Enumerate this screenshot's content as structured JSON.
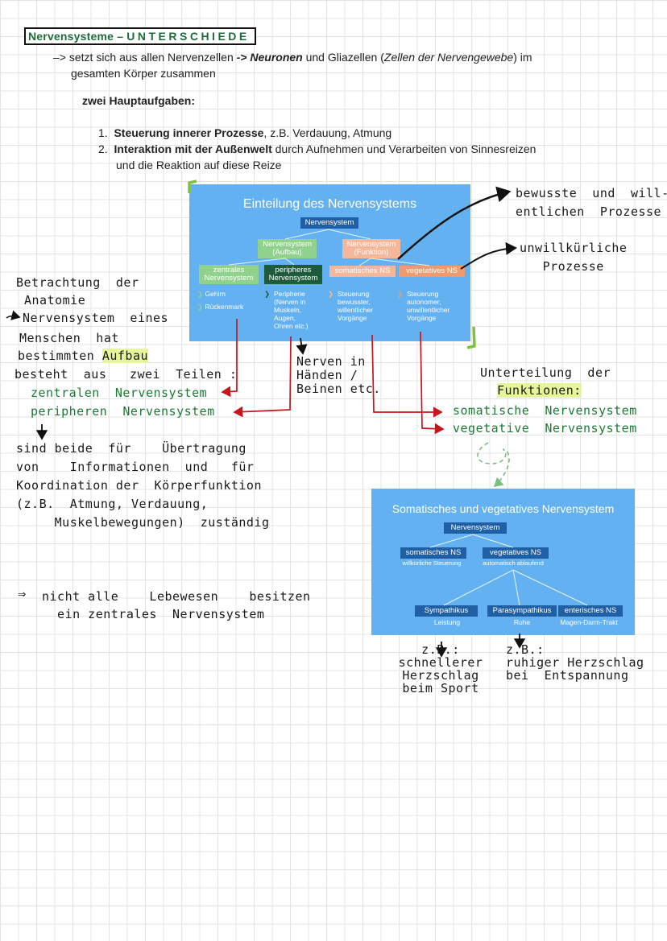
{
  "title": {
    "main": "Nervensysteme – ",
    "spaced": "UNTERSCHIEDE"
  },
  "intro": {
    "arrow": "–> ",
    "t1": "setzt sich aus allen Nervenzellen ",
    "t2": "-> ",
    "t3": "Neuronen",
    "t4": " und Gliazellen (",
    "t5": "Zellen der Nervengewebe",
    "t6": ") im",
    "line2": "gesamten Körper zusammen"
  },
  "tasks_heading": "zwei Hauptaufgaben:",
  "tasks": [
    {
      "num": "1.",
      "bold": "Steuerung innerer Prozesse",
      "rest": ", z.B. Verdauung, Atmung"
    },
    {
      "num": "2.",
      "bold": "Interaktion mit der Außenwelt",
      "rest": " durch Aufnehmen und Verarbeiten von Sinnesreizen",
      "line2": "und die Reaktion auf diese Reize"
    }
  ],
  "diagram1": {
    "title": "Einteilung des Nervensystems",
    "root": "Nervensystem",
    "aufbau": "Nervensystem\n(Aufbau)",
    "funktion": "Nervensystem\n(Funktion)",
    "zentrales": "zentrales\nNervensystem",
    "peripheres": "peripheres\nNervensystem",
    "somatisches": "somatisches NS",
    "vegetatives": "vegetatives NS",
    "leaf_gehirn": "Gehirn",
    "leaf_rueckenmark": "Rückenmark",
    "leaf_peripherie": "Peripherie\n(Nerven in\nMuskeln,\nAugen,\nOhren etc.)",
    "leaf_steuerung1": "Steuerung\nbewusster,\nwillentlicher\nVorgänge",
    "leaf_steuerung2": "Steuerung\nautonomer,\nunwillentlicher\nVorgänge"
  },
  "notes": {
    "bewusste": "bewusste  und  will-\nentlichen  Prozesse",
    "unwillkuerliche": "unwillkürliche\nProzesse",
    "anatomie_l1": "Betrachtung  der",
    "anatomie_l2": "Anatomie",
    "anatomie_l3": "Nervensystem  eines",
    "anatomie_l4": "Menschen  hat",
    "anatomie_l5a": "bestimmten ",
    "anatomie_l5b": "Aufbau",
    "anatomie_l6": "besteht  aus   zwei  Teilen :",
    "zentralen": "zentralen  Nervensystem",
    "peripheren": "peripheren  Nervensystem",
    "nerven_haende": "Nerven in\nHänden /\nBeinen etc.",
    "unterteilung_l1": "Unterteilung  der",
    "unterteilung_l2": "Funktionen:",
    "somatische": "somatische  Nervensystem",
    "vegetative": "vegetative  Nervensystem",
    "sind_beide": "sind beide  für    Übertragung\nvon    Informationen  und   für\nKoordination der  Körperfunktion\n(z.B.  Atmung, Verdauung,\n     Muskelbewegungen)  zuständig",
    "nicht_alle_arrow": "⇒",
    "nicht_alle": "nicht alle    Lebewesen    besitzen\n  ein zentrales  Nervensystem",
    "zb1": "z.B.:\nschnellerer\nHerzschlag\nbeim Sport",
    "zb2": "z.B.:\nruhiger Herzschlag\nbei  Entspannung"
  },
  "diagram2": {
    "title": "Somatisches und vegetatives Nervensystem",
    "root": "Nervensystem",
    "somatisches": "somatisches NS",
    "somatisches_sub": "willkürliche Steuerung",
    "vegetatives": "vegetatives NS",
    "vegetatives_sub": "automatisch ablaufend",
    "sympathikus": "Sympathikus",
    "sympathikus_sub": "Leistung",
    "parasympathikus": "Parasympathikus",
    "parasympathikus_sub": "Ruhe",
    "enterisches": "enterisches NS",
    "enterisches_sub": "Magen-Darm-Trakt"
  },
  "colors": {
    "panel": "#63b1f0",
    "node_dark": "#1f5fa3",
    "node_green": "#8fd18d",
    "node_darkgreen": "#1d5b3b",
    "node_salmon": "#f4b79a",
    "node_orange": "#f19a6c",
    "red_arrow": "#c4161c",
    "green_text": "#1d7a35",
    "highlight": "#e8f59a"
  }
}
